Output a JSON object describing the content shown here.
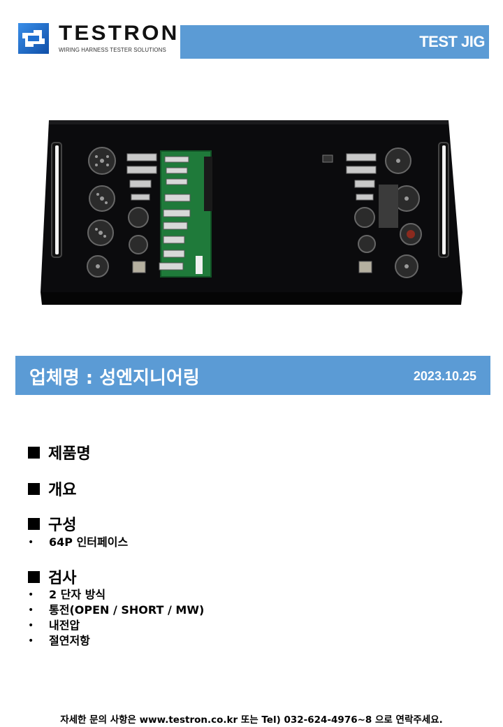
{
  "header": {
    "logo_name": "TESTRON",
    "logo_tagline": "WIRING HARNESS TESTER SOLUTIONS",
    "title": "TEST JIG",
    "accent_color": "#5b9bd5"
  },
  "photo": {
    "icon": "test-jig-photo"
  },
  "company_bar": {
    "company": "업체명 : 성엔지니어링",
    "date": "2023.10.25"
  },
  "sections": [
    {
      "title": "제품명",
      "items": []
    },
    {
      "title": "개요",
      "items": []
    },
    {
      "title": "구성",
      "items": [
        "64P 인터페이스"
      ]
    },
    {
      "title": "검사",
      "items": [
        "2 단자 방식",
        "통전(OPEN / SHORT / MW)",
        "내전압",
        "절연저항"
      ]
    }
  ],
  "bullet_glyph": "•",
  "footer": "자세한 문의 사항은 www.testron.co.kr 또는 Tel) 032-624-4976~8 으로 연락주세요."
}
